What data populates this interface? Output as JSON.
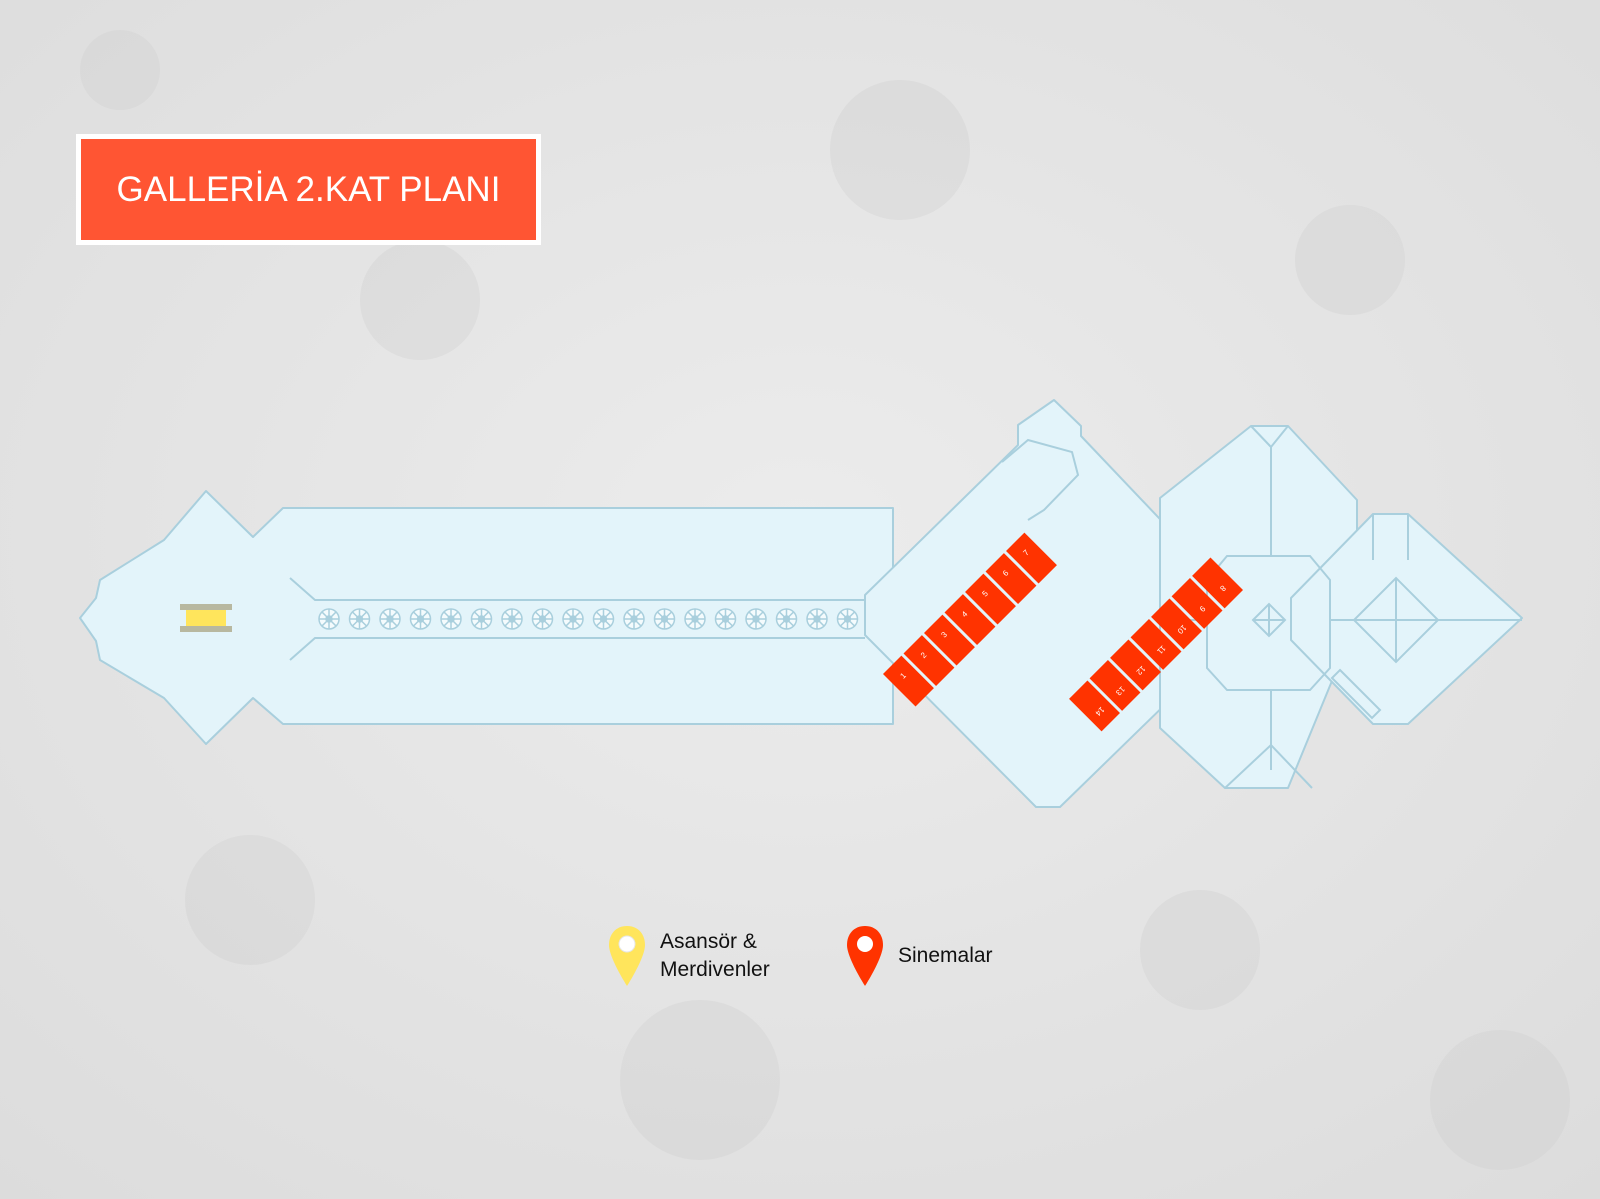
{
  "title": "GALLERİA 2.KAT PLANI",
  "colors": {
    "floor": "#e3f4fa",
    "outline": "#a9cfdd",
    "cinema": "#ff3300",
    "elevator": "#ffe55c",
    "title_bg": "#ff5533"
  },
  "cinemas": {
    "upper_row": [
      "1",
      "2",
      "3",
      "4",
      "5",
      "6",
      "7"
    ],
    "lower_row": [
      "8",
      "9",
      "10",
      "11",
      "12",
      "13",
      "14"
    ]
  },
  "legend": [
    {
      "icon": "yellow-pin-icon",
      "color": "#ffe55c",
      "line1": "Asansör &",
      "line2": "Merdivenler"
    },
    {
      "icon": "red-pin-icon",
      "color": "#ff3300",
      "line1": "Sinemalar"
    }
  ]
}
